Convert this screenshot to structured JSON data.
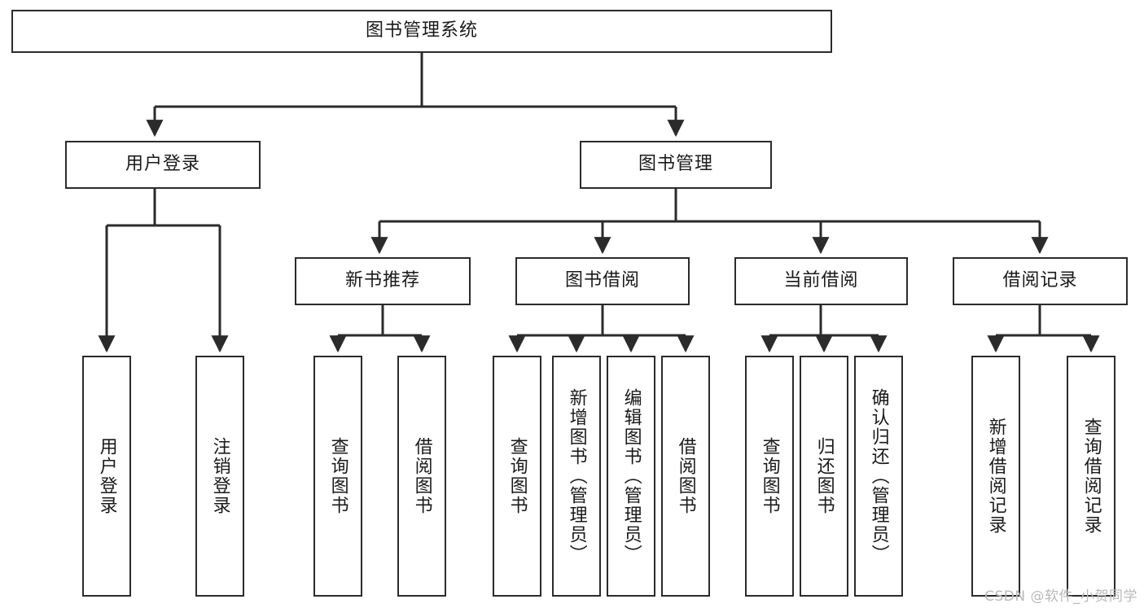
{
  "diagram": {
    "title": "图书管理系统",
    "type": "function-structure-tree",
    "watermark": "CSDN @软件_小贺同学",
    "colors": {
      "stroke": "#2b2b2b",
      "fill": "#ffffff",
      "text": "#1a1a1a",
      "watermark": "#b9b9b9"
    },
    "levels": {
      "root": {
        "label": "图书管理系统"
      },
      "level2": [
        {
          "label": "用户登录"
        },
        {
          "label": "图书管理"
        }
      ],
      "level3": [
        {
          "label": "新书推荐"
        },
        {
          "label": "图书借阅"
        },
        {
          "label": "当前借阅"
        },
        {
          "label": "借阅记录"
        }
      ],
      "leaves": {
        "user_login": [
          {
            "label": "用户登录"
          },
          {
            "label": "注销登录"
          }
        ],
        "new_book_recommend": [
          {
            "label": "查询图书"
          },
          {
            "label": "借阅图书"
          }
        ],
        "book_borrow": [
          {
            "label": "查询图书"
          },
          {
            "label": "新增图书（管理员）"
          },
          {
            "label": "编辑图书（管理员）"
          },
          {
            "label": "借阅图书"
          }
        ],
        "current_borrow": [
          {
            "label": "查询图书"
          },
          {
            "label": "归还图书"
          },
          {
            "label": "确认归还（管理员）"
          }
        ],
        "borrow_record": [
          {
            "label": "新增借阅记录"
          },
          {
            "label": "查询借阅记录"
          }
        ]
      }
    }
  }
}
